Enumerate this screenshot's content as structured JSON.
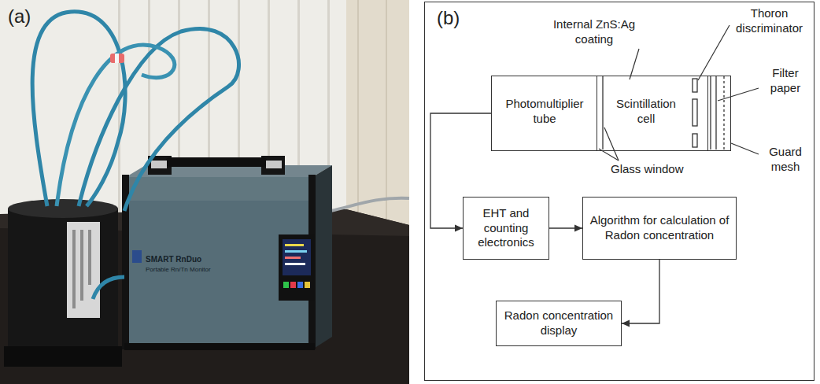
{
  "diagram": {
    "nodes": [
      {
        "text": [
          "(b)"
        ]
      },
      {
        "text": [
          "Photomultiplier tube"
        ],
        "in": 0
      },
      {
        "text": [
          "Scintillation cell"
        ],
        "in": 1
      },
      {
        "text": [
          "EHT and counting electronics"
        ],
        "in": 0
      },
      {
        "text": [
          "Algorithm for calculation of Radon concentration"
        ],
        "in": 0
      },
      {
        "text": [
          "Radon concentration display"
        ],
        "in": 0
      }
    ],
    "edges": [
      {
        "from": 1,
        "to": 3,
        "arrow": "to"
      },
      {
        "from": 3,
        "to": 4,
        "arrow": "to"
      },
      {
        "from": 4,
        "to": 5,
        "arrow": "to"
      }
    ],
    "labels": [
      "(a)",
      "SMART RnDuo",
      "Portable Rn/Tn Monitor",
      "Internal ZnS:Ag coating",
      "Thoron discriminator",
      "Filter paper",
      "Guard mesh",
      "Glass window"
    ]
  }
}
